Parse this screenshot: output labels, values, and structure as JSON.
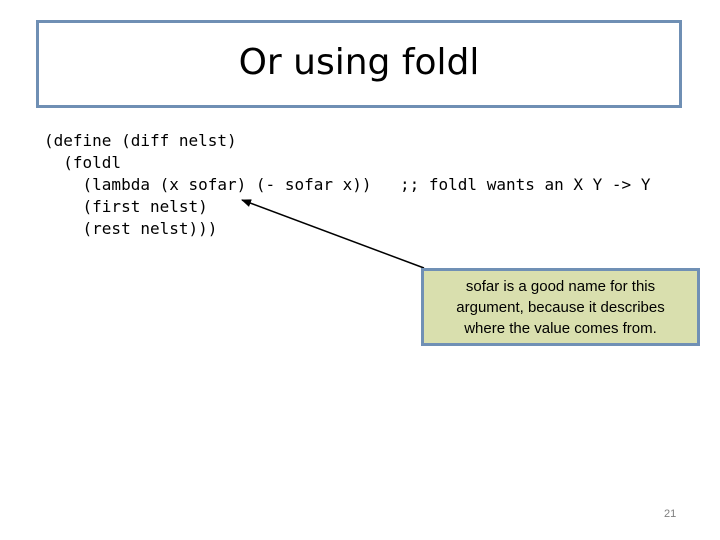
{
  "slide": {
    "title": "Or using foldl",
    "code_lines": [
      "(define (diff nelst)",
      "  (foldl",
      "    (lambda (x sofar) (- sofar x))",
      "    (first nelst)",
      "    (rest nelst)))"
    ],
    "code_comment": ";; foldl wants an X Y -> Y",
    "callout_text": "sofar is a good name for this argument, because it describes where the value comes from.",
    "page_number": "21"
  },
  "colors": {
    "title_border": "#6f8fb4",
    "callout_background": "#d9dfae",
    "callout_border": "#7090b5",
    "arrow": "#000000"
  }
}
